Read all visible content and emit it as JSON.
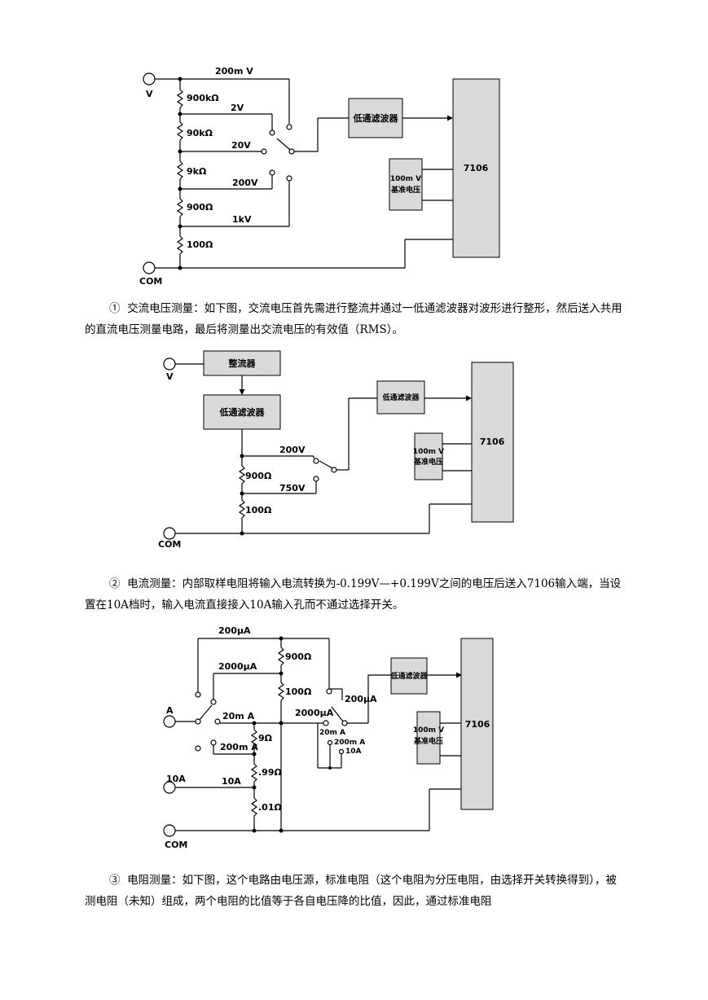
{
  "diagram1": {
    "terminals": {
      "v": "V",
      "com": "COM"
    },
    "ranges": {
      "r200mv": "200m V",
      "r2v": "2V",
      "r20v": "20V",
      "r200v": "200V",
      "r1kv": "1kV"
    },
    "resistors": {
      "r1": "900kΩ",
      "r2": "90kΩ",
      "r3": "9kΩ",
      "r4": "900Ω",
      "r5": "100Ω"
    },
    "blocks": {
      "filter": "低通滤波器",
      "ref_line1": "100m V",
      "ref_line2": "基准电压",
      "chip": "7106"
    }
  },
  "para1": {
    "number": "①",
    "text": "交流电压测量：如下图，交流电压首先需进行整流并通过一低通滤波器对波形进行整形，然后送入共用的直流电压测量电路，最后将测量出交流电压的有效值（RMS）。"
  },
  "diagram2": {
    "terminals": {
      "v": "V",
      "com": "COM"
    },
    "blocks": {
      "rectifier": "整流器",
      "lpf1": "低通滤波器",
      "lpf2": "低通滤波器",
      "ref_line1": "100m V",
      "ref_line2": "基准电压",
      "chip": "7106"
    },
    "ranges": {
      "r200v": "200V",
      "r750v": "750V"
    },
    "resistors": {
      "r1": "900Ω",
      "r2": "100Ω"
    }
  },
  "para2": {
    "number": "②",
    "text": "电流测量：内部取样电阻将输入电流转换为-0.199V—+0.199V之间的电压后送入7106输入端，当设置在10A档时，输入电流直接接入10A输入孔而不通过选择开关。"
  },
  "diagram3": {
    "terminals": {
      "a": "A",
      "a10": "10A",
      "com": "COM"
    },
    "ranges": {
      "r200ua": "200μA",
      "r2000ua": "2000μA",
      "r20ma": "20m A",
      "r200ma": "200m A",
      "r10a": "10A",
      "sw2_200ua": "200μA",
      "sw2_2000ua": "2000μA",
      "sw2_20ma": "20m A",
      "sw2_200ma": "200m A",
      "sw2_10a": "10A"
    },
    "resistors": {
      "r1": "900Ω",
      "r2": "100Ω",
      "r3": "9Ω",
      "r4": ".99Ω",
      "r5": ".01Ω"
    },
    "blocks": {
      "filter": "低通滤波器",
      "ref_line1": "100m V",
      "ref_line2": "基准电压",
      "chip": "7106"
    }
  },
  "para3": {
    "number": "③",
    "text": "电阻测量：如下图，这个电路由电压源，标准电阻（这个电阻为分压电阻，由选择开关转换得到），被测电阻（未知）组成，两个电阻的比值等于各自电压降的比值，因此，通过标准电阻"
  }
}
